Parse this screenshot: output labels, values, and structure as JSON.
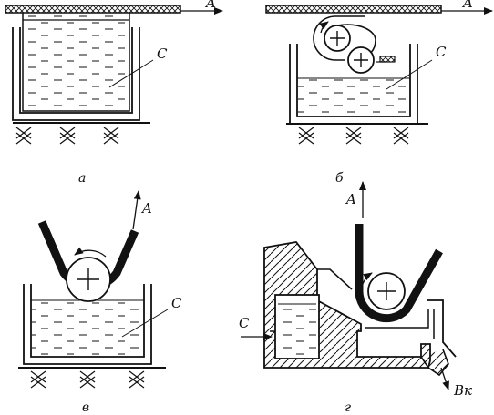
{
  "panels": [
    {
      "id": "a",
      "caption": "а",
      "labels": {
        "motion": "A",
        "liquid": "C"
      }
    },
    {
      "id": "b",
      "caption": "б",
      "labels": {
        "motion": "A",
        "liquid": "C"
      }
    },
    {
      "id": "v",
      "caption": "в",
      "labels": {
        "motion": "A",
        "liquid": "C"
      }
    },
    {
      "id": "g",
      "caption": "г",
      "labels": {
        "motion": "A",
        "liquid": "C",
        "outlet": "Вк"
      }
    }
  ]
}
